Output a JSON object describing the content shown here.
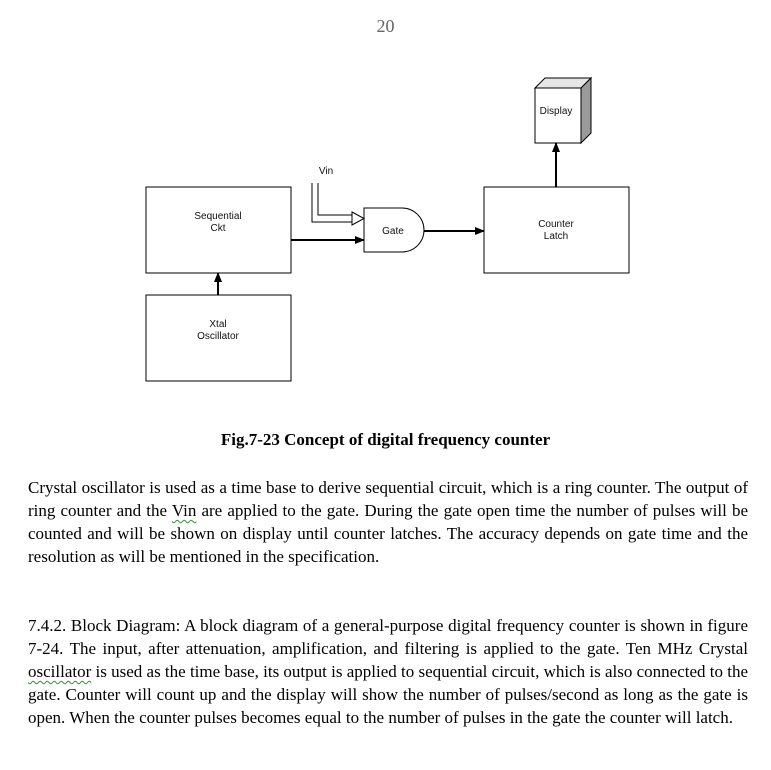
{
  "page_number": "20",
  "diagram": {
    "blocks": {
      "display": "Display",
      "sequential_line1": "Sequential",
      "sequential_line2": "Ckt",
      "gate": "Gate",
      "counter_line1": "Counter",
      "counter_line2": "Latch",
      "xtal_line1": "Xtal",
      "xtal_line2": "Oscillator"
    },
    "vin_label": "Vin"
  },
  "caption": "Fig.7-23 Concept of digital frequency counter",
  "paragraph1": {
    "text_a": "Crystal oscillator is used as a time base to derive sequential circuit, which is a ring counter. The output of ring counter and the ",
    "vin": "Vin",
    "text_b": " are applied to the gate.  During the gate open time the number of pulses will be counted and will be shown on display until counter latches.  The accuracy depends on gate time and the resolution as will be mentioned in the specification."
  },
  "paragraph2": {
    "text_a": "7.4.2. Block Diagram: A block diagram of a general-purpose digital frequency counter is shown in figure 7-24. The input, after attenuation, amplification, and filtering is applied to the gate.  Ten MHz Crystal ",
    "oscillator": "oscillator",
    "text_b": " is used as the time base, its output is applied to sequential circuit, which is also connected to the gate.  Counter will count up and the display will show the number of pulses/second as long as the gate is open.  When the counter pulses becomes equal to the number of pulses in the gate the counter will latch."
  }
}
